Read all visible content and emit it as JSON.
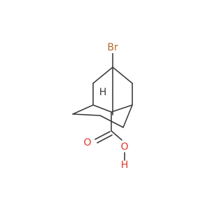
{
  "molecule": {
    "atoms": [
      {
        "id": "br",
        "label": "Br",
        "color": "#b36a2b"
      },
      {
        "id": "h_bridge",
        "label": "H",
        "color": "#3b3b3b"
      },
      {
        "id": "o_carbonyl",
        "label": "O",
        "color": "#e0392b"
      },
      {
        "id": "o_hydroxyl",
        "label": "O",
        "color": "#e0392b"
      },
      {
        "id": "h_hydroxyl",
        "label": "H",
        "color": "#e0392b"
      }
    ],
    "bond_color": "#3b3b3b"
  }
}
